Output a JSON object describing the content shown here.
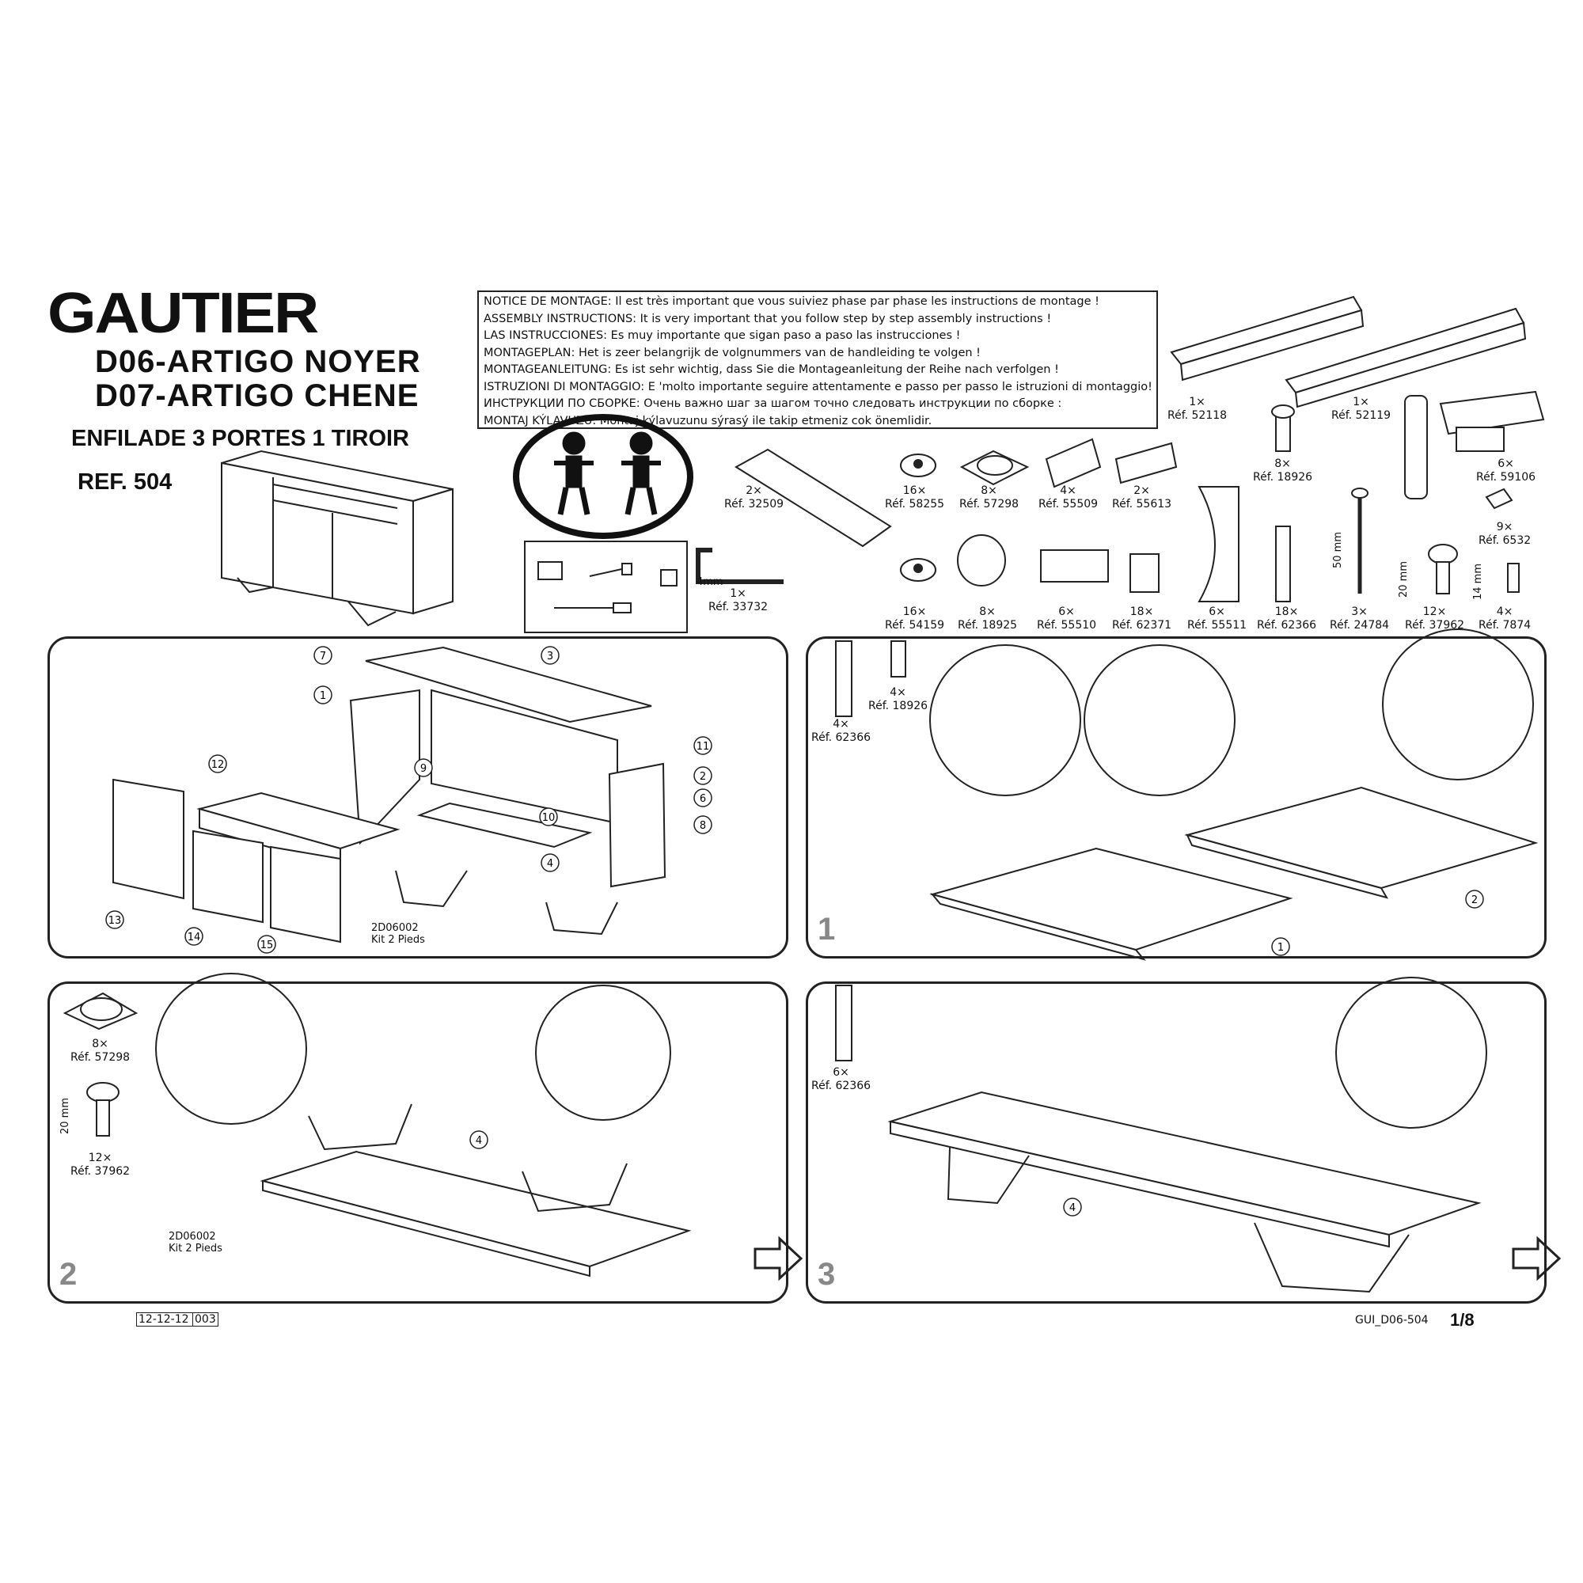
{
  "header": {
    "brand": "GAUTIER",
    "model_1": "D06-ARTIGO NOYER",
    "model_2": "D07-ARTIGO CHENE",
    "product": "ENFILADE 3 PORTES 1 TIROIR",
    "reference": "REF. 504"
  },
  "notice": [
    "NOTICE DE MONTAGE: Il est très important que vous suiviez phase par phase les instructions de montage !",
    "ASSEMBLY INSTRUCTIONS: It is very important that you follow step by step assembly instructions !",
    "LAS INSTRUCCIONES: Es muy importante que sigan paso a paso las instrucciones !",
    "MONTAGEPLAN: Het is zeer belangrijk de volgnummers van de handleiding te volgen !",
    "MONTAGEANLEITUNG: Es ist sehr wichtig, dass Sie die Montageanleitung der Reihe nach verfolgen !",
    "ISTRUZIONI DI MONTAGGIO: E 'molto importante seguire attentamente e passo per passo le istruzioni di montaggio!",
    "ИНСТРУКЦИИ ПО СБОРКЕ: Очень важно шаг за шагом точно следовать инструкции по сборке :",
    "MONTAJ KÝLAVUZU: Montaj kýlavuzunu sýrasý ile takip etmeniz cok önemlidir."
  ],
  "tools": {
    "allen_size": "4mm",
    "allen_qty": "1×",
    "allen_ref": "Réf. 33732"
  },
  "hardware": [
    {
      "qty": "2×",
      "ref": "Réf. 32509"
    },
    {
      "qty": "16×",
      "ref": "Réf. 58255"
    },
    {
      "qty": "8×",
      "ref": "Réf. 57298"
    },
    {
      "qty": "4×",
      "ref": "Réf. 55509"
    },
    {
      "qty": "2×",
      "ref": "Réf. 55613"
    },
    {
      "qty": "1×",
      "ref": "Réf. 52118"
    },
    {
      "qty": "1×",
      "ref": "Réf. 52119"
    },
    {
      "qty": "8×",
      "ref": "Réf. 18926"
    },
    {
      "qty": "6×",
      "ref": "Réf. 59106"
    },
    {
      "qty": "9×",
      "ref": "Réf. 6532"
    },
    {
      "qty": "16×",
      "ref": "Réf. 54159"
    },
    {
      "qty": "8×",
      "ref": "Réf. 18925"
    },
    {
      "qty": "6×",
      "ref": "Réf. 55510"
    },
    {
      "qty": "18×",
      "ref": "Réf. 62371"
    },
    {
      "qty": "6×",
      "ref": "Réf. 55511"
    },
    {
      "qty": "18×",
      "ref": "Réf. 62366"
    },
    {
      "qty": "3×",
      "ref": "Réf. 24784"
    },
    {
      "qty": "12×",
      "ref": "Réf. 37962"
    },
    {
      "qty": "4×",
      "ref": "Réf. 7874"
    }
  ],
  "dims": {
    "screw_50": "50 mm",
    "screw_20": "20 mm",
    "screw_14": "14 mm"
  },
  "exploded": {
    "parts": [
      "1",
      "2",
      "3",
      "4",
      "6",
      "7",
      "8",
      "9",
      "10",
      "11",
      "12",
      "13",
      "14",
      "15"
    ],
    "kit_code": "2D06002",
    "kit_label": "Kit 2 Pieds"
  },
  "step1": {
    "number": "1",
    "a_qty": "4×",
    "a_ref": "Réf. 62366",
    "b_qty": "4×",
    "b_ref": "Réf. 18926",
    "parts": [
      "1",
      "2"
    ]
  },
  "step2": {
    "number": "2",
    "a_qty": "8×",
    "a_ref": "Réf. 57298",
    "b_qty": "12×",
    "b_ref": "Réf. 37962",
    "dim": "20 mm",
    "part": "4",
    "kit_code": "2D06002",
    "kit_label": "Kit 2 Pieds"
  },
  "step3": {
    "number": "3",
    "a_qty": "6×",
    "a_ref": "Réf. 62366",
    "part": "4"
  },
  "footer": {
    "date": "12-12-12",
    "rev": "003",
    "doc": "GUI_D06-504",
    "page": "1/8"
  }
}
